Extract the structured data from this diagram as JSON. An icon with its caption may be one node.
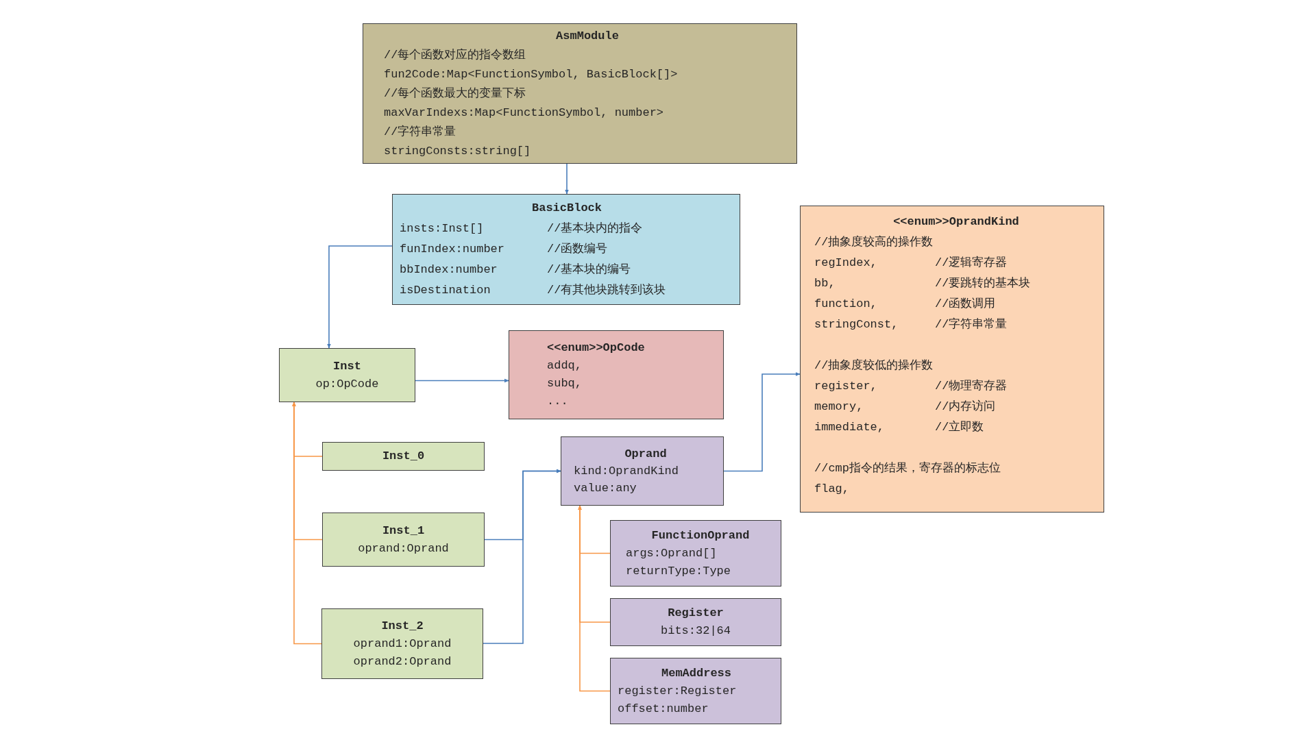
{
  "diagram": {
    "nodes": [
      {
        "text": [
          "AsmModule",
          "//每个函数对应的指令数组",
          "fun2Code:Map<FunctionSymbol, BasicBlock[]>",
          "//每个函数最大的变量下标",
          "maxVarIndexs:Map<FunctionSymbol, number>",
          "//字符串常量",
          "stringConsts:string[]"
        ]
      },
      {
        "text": [
          "BasicBlock",
          "insts:Inst[]",
          "//基本块内的指令",
          "funIndex:number",
          "//函数编号",
          "bbIndex:number",
          "//基本块的编号",
          "isDestination",
          "//有其他块跳转到该块"
        ]
      },
      {
        "text": [
          "<<enum>>OprandKind",
          "//抽象度较高的操作数",
          "regIndex,",
          "//逻辑寄存器",
          "bb,",
          "//要跳转的基本块",
          "function,",
          "//函数调用",
          "stringConst,",
          "//字符串常量",
          "//抽象度较低的操作数",
          "register,",
          "//物理寄存器",
          "memory,",
          "//内存访问",
          "immediate,",
          "//立即数",
          "//cmp指令的结果，寄存器的标志位",
          "flag,"
        ]
      },
      {
        "text": [
          "Inst",
          "op:OpCode"
        ]
      },
      {
        "text": [
          "<<enum>>OpCode",
          "addq,",
          "subq,",
          "..."
        ]
      },
      {
        "text": [
          "Inst_0"
        ]
      },
      {
        "text": [
          "Oprand",
          "kind:OprandKind",
          "value:any"
        ]
      },
      {
        "text": [
          "Inst_1",
          "oprand:Oprand"
        ]
      },
      {
        "text": [
          "FunctionOprand",
          "args:Oprand[]",
          "returnType:Type"
        ]
      },
      {
        "text": [
          "Register",
          "bits:32|64"
        ]
      },
      {
        "text": [
          "Inst_2",
          "oprand1:Oprand",
          "oprand2:Oprand"
        ]
      },
      {
        "text": [
          "MemAddress",
          "register:Register",
          "offset:number"
        ]
      }
    ],
    "edges": [
      {
        "from": 0,
        "to": 1,
        "arrow": "to"
      },
      {
        "from": 1,
        "to": 3,
        "arrow": "to"
      },
      {
        "from": 3,
        "to": 4,
        "arrow": "to"
      },
      {
        "from": 5,
        "to": 3,
        "arrow": "to",
        "color": "#f79646"
      },
      {
        "from": 7,
        "to": 3,
        "arrow": "to",
        "color": "#f79646"
      },
      {
        "from": 10,
        "to": 3,
        "arrow": "to",
        "color": "#f79646"
      },
      {
        "from": 7,
        "to": 6,
        "arrow": "to"
      },
      {
        "from": 10,
        "to": 6,
        "arrow": "to"
      },
      {
        "from": 6,
        "to": 2,
        "arrow": "to"
      },
      {
        "from": 8,
        "to": 6,
        "arrow": "to",
        "color": "#f79646"
      },
      {
        "from": 9,
        "to": 6,
        "arrow": "to",
        "color": "#f79646"
      },
      {
        "from": 11,
        "to": 6,
        "arrow": "to",
        "color": "#f79646"
      }
    ]
  }
}
